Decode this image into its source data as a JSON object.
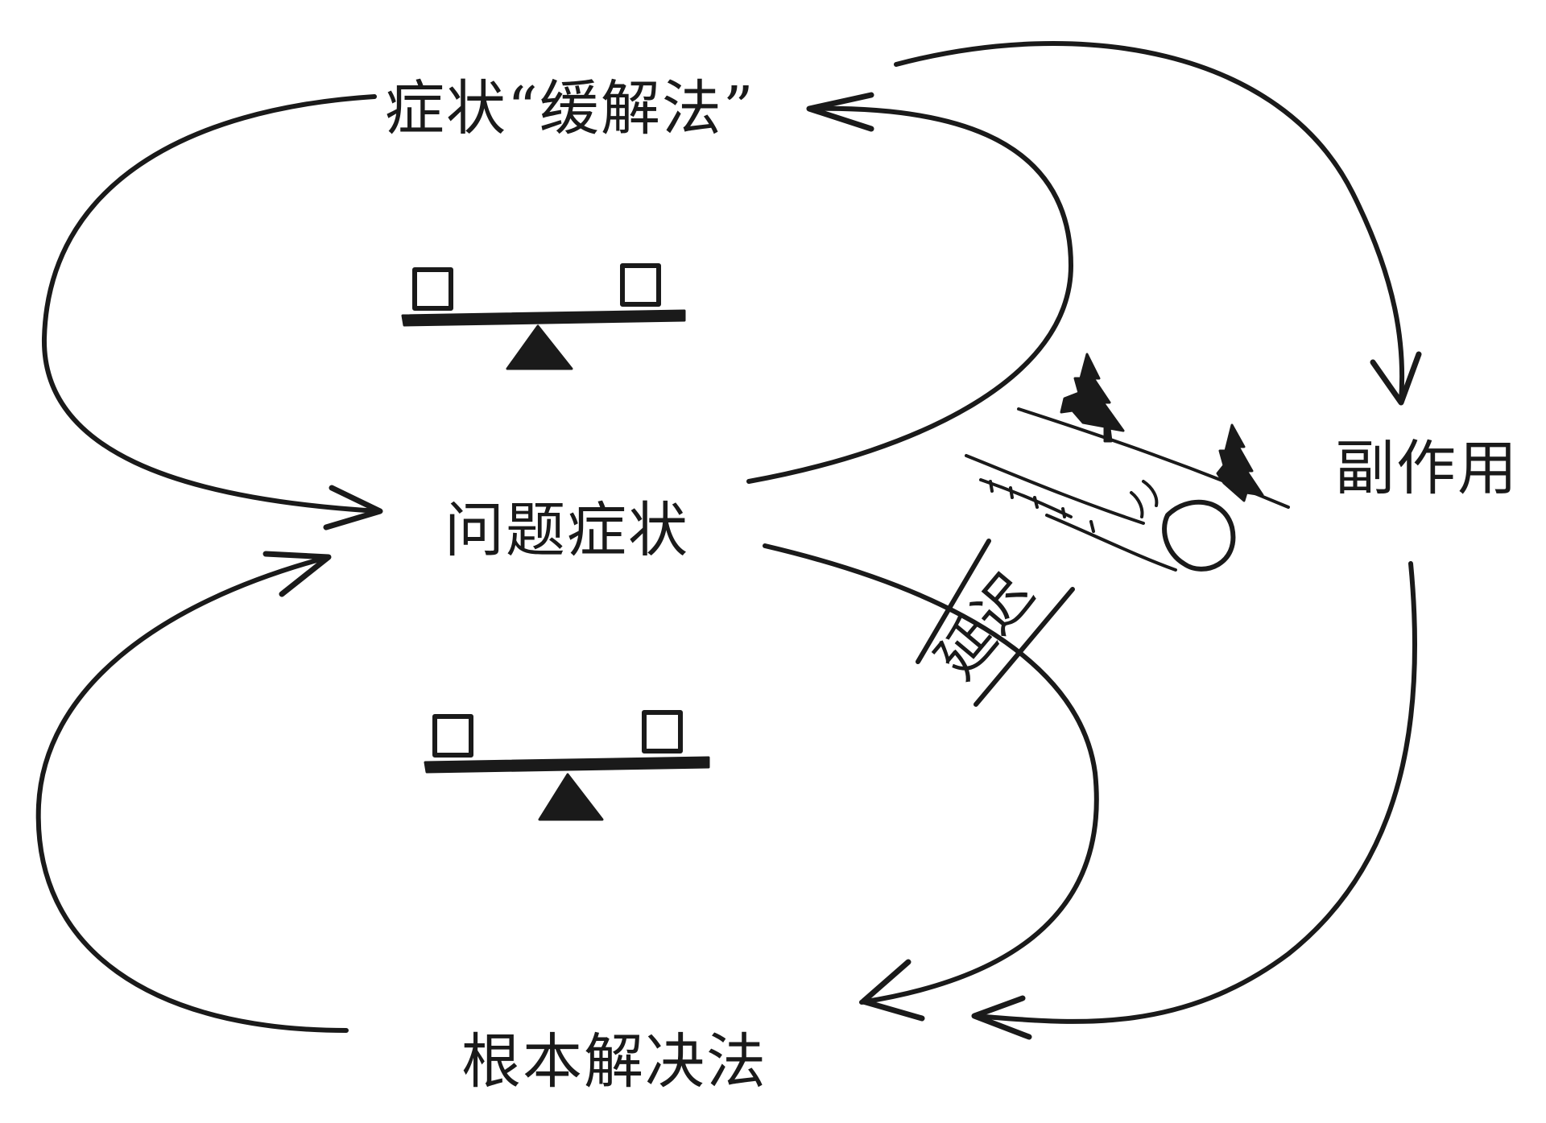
{
  "labels": {
    "symptomatic_solution": "症状“缓解法”",
    "problem_symptom": "问题症状",
    "fundamental_solution": "根本解决法",
    "side_effect": "副作用",
    "delay": "延迟"
  },
  "icons": {
    "balance_top": "seesaw-balance-icon",
    "balance_bottom": "seesaw-balance-icon",
    "delay_marker": "delay-bars-icon",
    "landscape": "snowball-hill-icon"
  },
  "colors": {
    "ink": "#1a1a1a",
    "background": "#ffffff"
  }
}
